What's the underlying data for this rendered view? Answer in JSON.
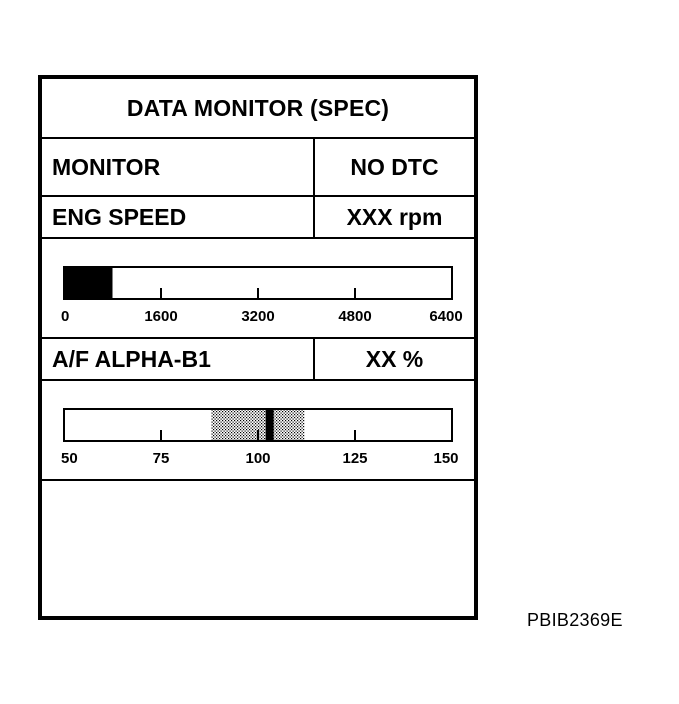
{
  "header": {
    "title": "DATA MONITOR (SPEC)"
  },
  "monitor_row": {
    "label": "MONITOR",
    "status": "NO DTC"
  },
  "eng_speed": {
    "label": "ENG SPEED",
    "value": "XXX rpm",
    "gauge": {
      "min": 0,
      "max": 6400,
      "ticks": [
        0,
        1600,
        3200,
        4800,
        6400
      ],
      "tick_labels": [
        "0",
        "1600",
        "3200",
        "4800",
        "6400"
      ],
      "fill_to": 800
    }
  },
  "af_alpha": {
    "label": "A/F ALPHA-B1",
    "value": "XX %",
    "gauge": {
      "min": 50,
      "max": 150,
      "ticks": [
        50,
        75,
        100,
        125,
        150
      ],
      "tick_labels": [
        "50",
        "75",
        "100",
        "125",
        "150"
      ],
      "spec_range": [
        88,
        112
      ],
      "current": 103
    }
  },
  "footer": {
    "code": "PBIB2369E"
  }
}
